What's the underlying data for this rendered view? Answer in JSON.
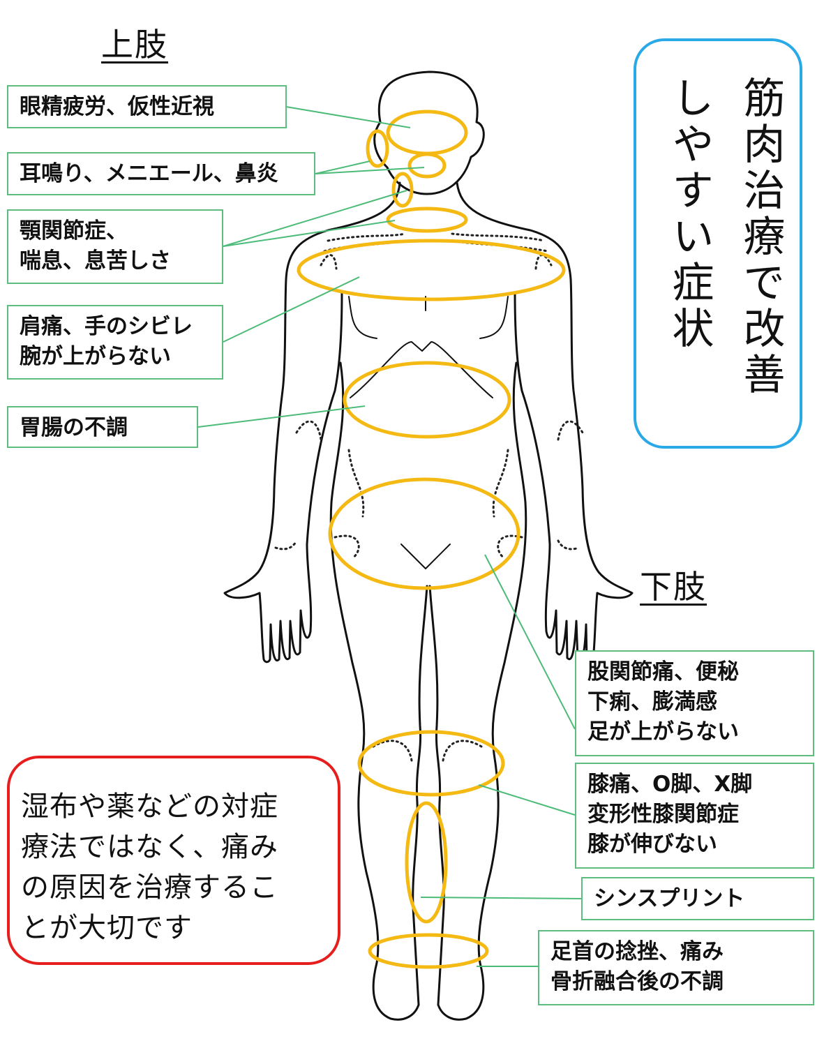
{
  "headings": {
    "upper_limb": "上肢",
    "lower_limb": "下肢"
  },
  "title": {
    "col1": "筋肉治療で改善",
    "col2": "しやすい症状",
    "border_color": "#29a9e6"
  },
  "upper_labels": [
    {
      "lines": [
        "眼精疲労、仮性近視"
      ],
      "target": "eyes"
    },
    {
      "lines": [
        "耳鳴り、メニエール、鼻炎"
      ],
      "target": "ear-nose"
    },
    {
      "lines": [
        "顎関節症、",
        "喘息、息苦しさ"
      ],
      "target": "jaw-throat"
    },
    {
      "lines": [
        "肩痛、手のシビレ",
        "腕が上がらない"
      ],
      "target": "shoulders"
    },
    {
      "lines": [
        "胃腸の不調"
      ],
      "target": "abdomen"
    }
  ],
  "lower_labels": [
    {
      "lines": [
        "股関節痛、便秘",
        "下痢、膨満感",
        "足が上がらない"
      ],
      "target": "hips"
    },
    {
      "lines": [
        "膝痛、O脚、X脚",
        "変形性膝関節症",
        "膝が伸びない"
      ],
      "target": "knees"
    },
    {
      "lines": [
        "シンスプリント"
      ],
      "target": "shins"
    },
    {
      "lines": [
        "足首の捻挫、痛み",
        "骨折融合後の不調"
      ],
      "target": "ankles"
    }
  ],
  "note": {
    "lines": [
      "湿布や薬などの対症",
      "療法ではなく、痛み",
      "の原因を治療するこ",
      "とが大切です"
    ],
    "border_color": "#e61e1e"
  },
  "colors": {
    "label_border": "#5dbd7f",
    "connector": "#4cbb78",
    "highlight_ellipse": "#f5b914",
    "body_outline": "#111111"
  }
}
